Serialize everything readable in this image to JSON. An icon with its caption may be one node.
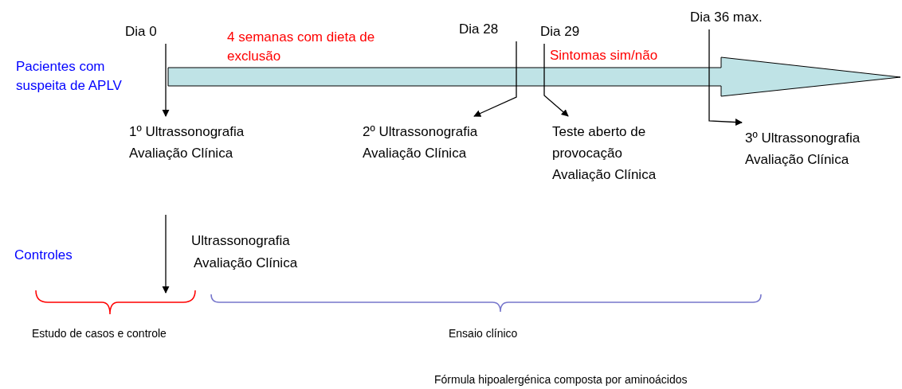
{
  "diagram": {
    "nodes": [
      {
        "text": [
          "Dia 0"
        ]
      },
      {
        "text": [
          "1º Ultrassonografia",
          "Avaliação Clínica"
        ]
      },
      {
        "text": [
          "Dia 28"
        ]
      },
      {
        "text": [
          "2º Ultrassonografia",
          "Avaliação Clínica"
        ]
      },
      {
        "text": [
          "Dia 29"
        ]
      },
      {
        "text": [
          "Teste aberto de provocação",
          "Avaliação Clínica"
        ]
      },
      {
        "text": [
          "Dia 36 max."
        ]
      },
      {
        "text": [
          "3º Ultrassonografia",
          "Avaliação Clínica"
        ]
      }
    ],
    "edges": [
      {
        "from": 0,
        "to": 1,
        "arrow": "to"
      },
      {
        "from": 2,
        "to": 3,
        "arrow": "to"
      },
      {
        "from": 4,
        "to": 5,
        "arrow": "to"
      },
      {
        "from": 6,
        "to": 7,
        "arrow": "to"
      }
    ],
    "labels": [
      "Pacientes com suspeita de APLV",
      "4 semanas com dieta de exclusão",
      "Sintomas sim/não",
      "Controles",
      "Ultrassonografia",
      "Avaliação Clínica",
      "Estudo de casos e controle",
      "Ensaio clínico",
      "Fórmula hipoalergénica composta por aminoácidos"
    ]
  }
}
